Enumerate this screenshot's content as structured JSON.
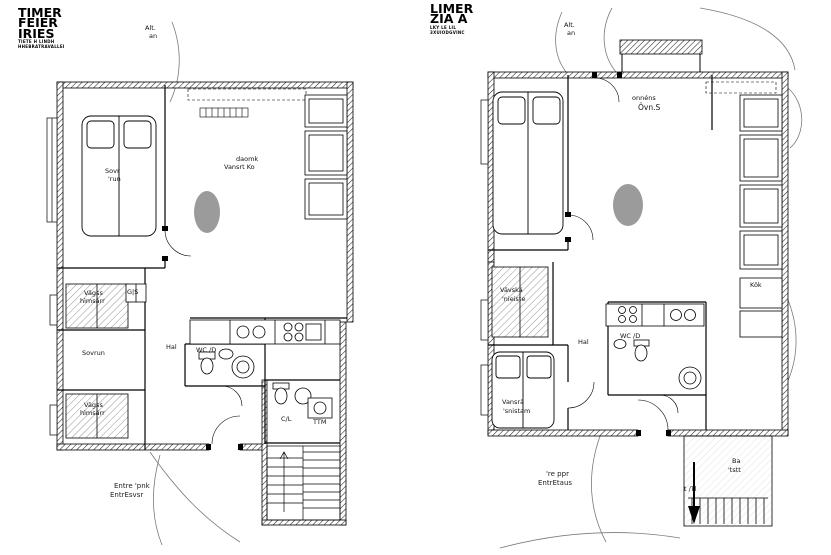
{
  "colors": {
    "wall": "#000000",
    "table_fill": "#9b9b9b",
    "background": "#ffffff",
    "site_line": "#7a7a7a"
  },
  "left_plan": {
    "title_block": {
      "big": [
        "TIMER",
        "FEIER",
        "IRIES"
      ],
      "small": [
        "TIETE H LINDH",
        "HHEBRATRAVALLEI"
      ]
    },
    "labels": {
      "alt1": "Alt.",
      "alt2": "an",
      "living1": "daomk",
      "living2": "Vansrt Ko",
      "bedroom1a": "Sovr",
      "bedroom1b": "'run",
      "closet1a": "Vägss",
      "closet1b": "hìmsärr",
      "gs": "G|S",
      "bedroom2": "Sovrun",
      "closet2a": "Vägss",
      "closet2b": "hìmsärr",
      "hall": "Hal",
      "wc": "WC /D",
      "cl": "C/L",
      "ttm": "TTM",
      "caption1": "Entre 'pnk",
      "caption2": "EntrEsvsr"
    }
  },
  "right_plan": {
    "title_block": {
      "big": [
        "LIMER",
        "ZIA A"
      ],
      "small": [
        "LKY LE LIL",
        "3XUIODGVINC"
      ]
    },
    "labels": {
      "alt1": "Alt.",
      "alt2": "an",
      "upper1": "onnéns",
      "upper2": "Övn.S",
      "closet1": "Vävskä",
      "closet2": "'nieiste",
      "hall": "Hal",
      "wc": "WC /D",
      "kitchen": "Kök",
      "bedroom1": "Vansrä",
      "bedroom2": "'snistam",
      "caption1": "'re ppr",
      "caption2": "EntrEtaus",
      "balcony1": "Ba",
      "balcony2": "'tstt",
      "stair": "t /Tl"
    }
  }
}
